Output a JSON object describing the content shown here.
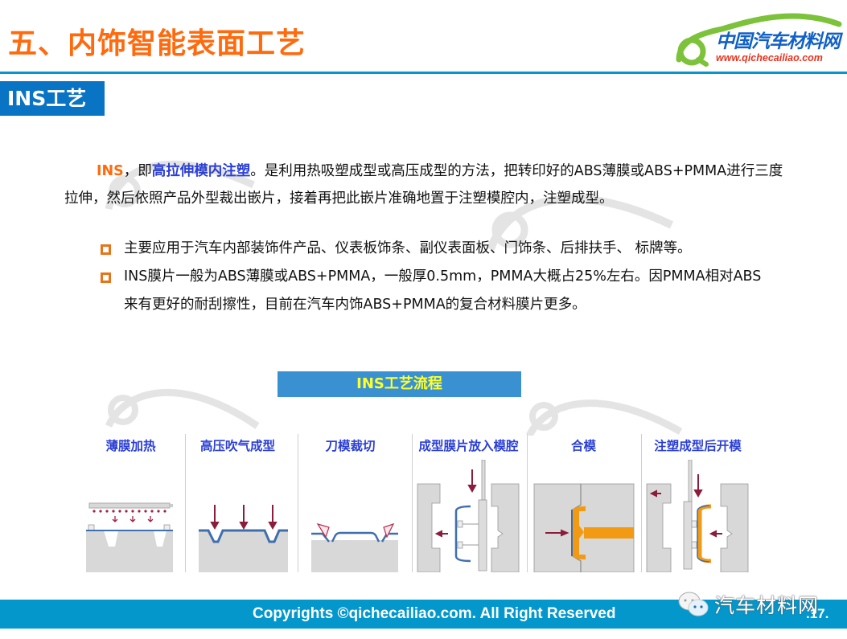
{
  "header": {
    "title": "五、内饰智能表面工艺",
    "logo": {
      "name_cn": "中国汽车材料网",
      "url": "www.qichecailiao.com"
    }
  },
  "section": {
    "tag": "INS工艺"
  },
  "intro": {
    "term": "INS",
    "sep": "，即",
    "term_full": "高拉伸模内注塑",
    "rest": "。是利用热吸塑成型或高压成型的方法，把转印好的ABS薄膜或ABS+PMMA进行三度拉伸，然后依照产品外型裁出嵌片，接着再把此嵌片准确地置于注塑模腔内，注塑成型。"
  },
  "bullets": [
    {
      "text": "主要应用于汽车内部装饰件产品、仪表板饰条、副仪表面板、门饰条、后排扶手、 标牌等。"
    },
    {
      "text": "INS膜片一般为ABS薄膜或ABS+PMMA，一般厚0.5mm，PMMA大概占25%左右。因PMMA相对ABS来有更好的耐刮擦性，目前在汽车内饰ABS+PMMA的复合材料膜片更多。"
    }
  ],
  "flow": {
    "title": "INS工艺流程",
    "steps": [
      {
        "label": "薄膜加热",
        "icon": "film-heating-diagram"
      },
      {
        "label": "高压吹气成型",
        "icon": "high-pressure-forming-diagram"
      },
      {
        "label": "刀模裁切",
        "icon": "die-cutting-diagram"
      },
      {
        "label": "成型膜片放入模腔",
        "icon": "insert-film-into-mold-diagram"
      },
      {
        "label": "合模",
        "icon": "mold-closing-diagram"
      },
      {
        "label": "注塑成型后开模",
        "icon": "mold-opening-diagram"
      }
    ]
  },
  "footer": {
    "copyright": "Copyrights ©qichecailiao.com. All Right Reserved",
    "wechat_name": "汽车材料网",
    "page_number": ".17."
  },
  "colors": {
    "title_orange": "#ff6a0d",
    "rule_blue": "#0596d0",
    "tag_blue": "#0a74c4",
    "flow_title_bg": "#3a91d2",
    "flow_title_text": "#ffff2a",
    "step_label_blue": "#2b3fd6",
    "footer_blue": "#0397cc",
    "bullet_orange": "#e8741a"
  }
}
